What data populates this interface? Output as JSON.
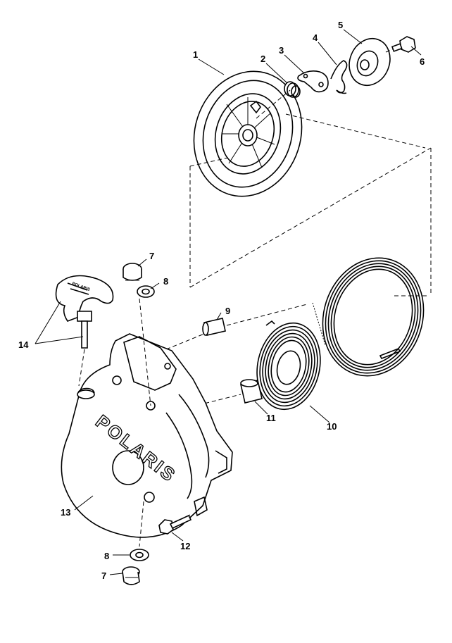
{
  "diagram": {
    "brand_text": "POLARIS",
    "handle_text": "POLARIS",
    "callouts": [
      {
        "id": "c1",
        "label": "1"
      },
      {
        "id": "c2",
        "label": "2"
      },
      {
        "id": "c3",
        "label": "3"
      },
      {
        "id": "c4",
        "label": "4"
      },
      {
        "id": "c5",
        "label": "5"
      },
      {
        "id": "c6",
        "label": "6"
      },
      {
        "id": "c7a",
        "label": "7"
      },
      {
        "id": "c8a",
        "label": "8"
      },
      {
        "id": "c9",
        "label": "9"
      },
      {
        "id": "c10",
        "label": "10"
      },
      {
        "id": "c11",
        "label": "11"
      },
      {
        "id": "c12",
        "label": "12"
      },
      {
        "id": "c13",
        "label": "13"
      },
      {
        "id": "c14",
        "label": "14"
      },
      {
        "id": "c8b",
        "label": "8"
      },
      {
        "id": "c7b",
        "label": "7"
      }
    ]
  }
}
